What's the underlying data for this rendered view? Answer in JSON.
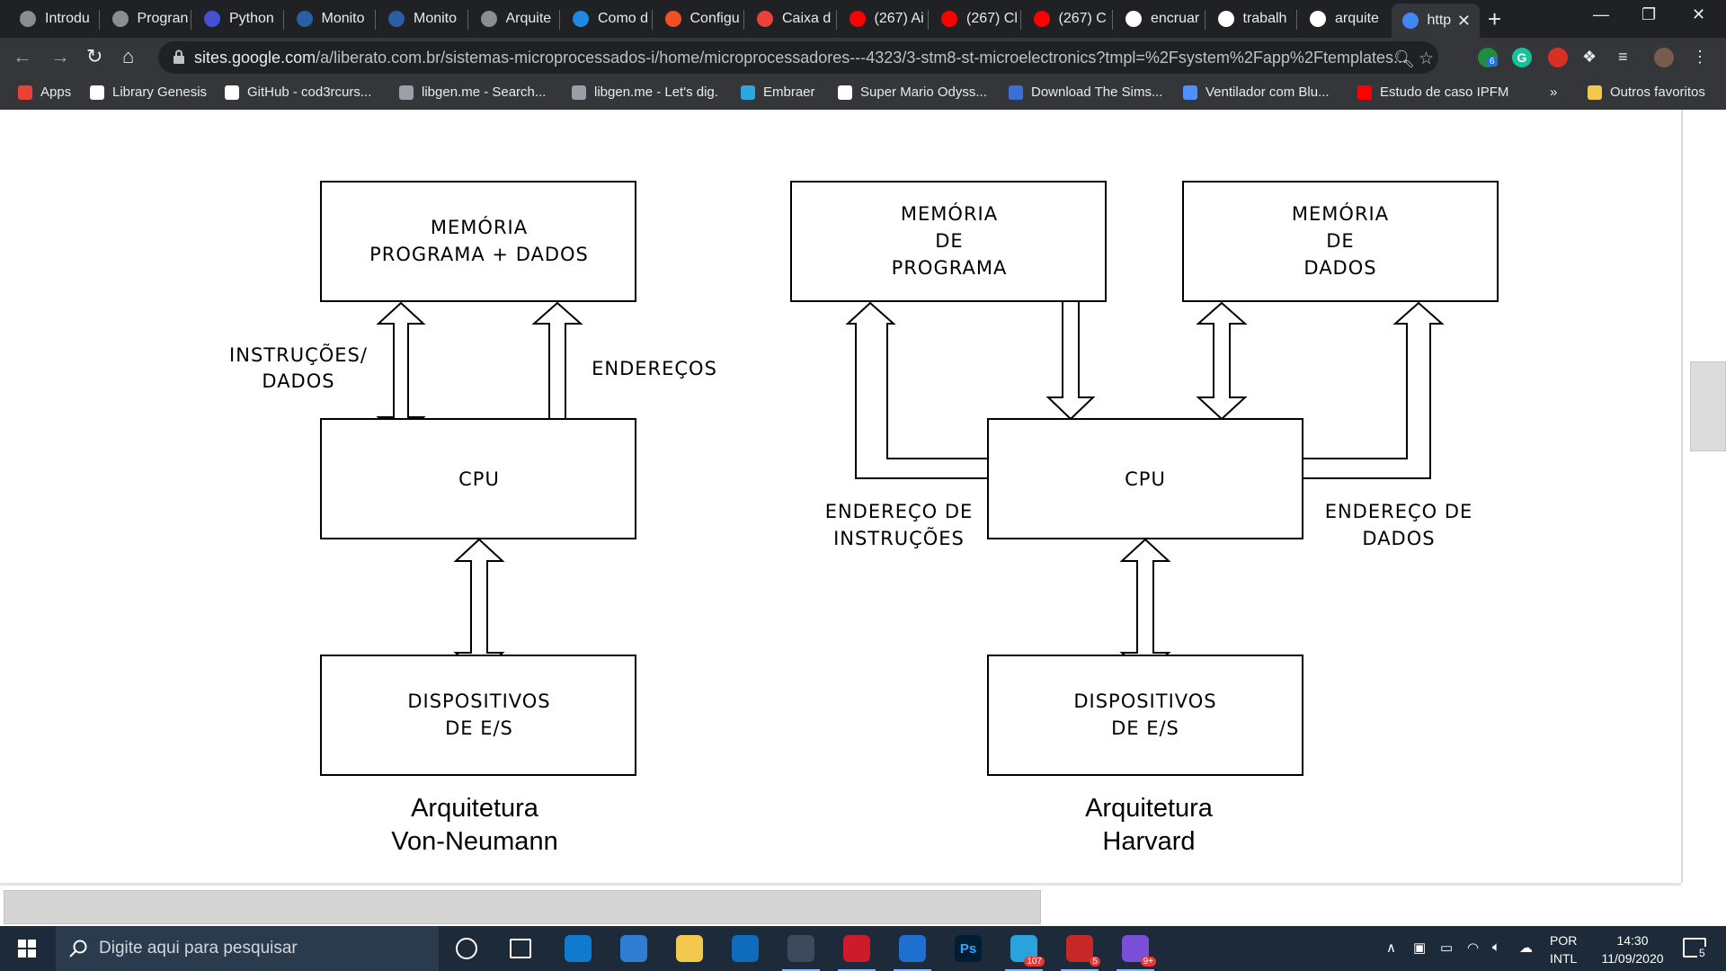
{
  "browser": {
    "tabs": [
      {
        "title": "Introdu",
        "favicon": "github-icon",
        "color": "#8b8d91"
      },
      {
        "title": "Progran",
        "favicon": "github-icon",
        "color": "#8b8d91"
      },
      {
        "title": "Python",
        "favicon": "discord-icon",
        "color": "#4550d6"
      },
      {
        "title": "Monito",
        "favicon": "photo-icon",
        "color": "#2a5fa5"
      },
      {
        "title": "Monito",
        "favicon": "photo-icon",
        "color": "#2a5fa5"
      },
      {
        "title": "Arquite",
        "favicon": "github-icon",
        "color": "#8b8d91"
      },
      {
        "title": "Como d",
        "favicon": "chat-icon",
        "color": "#1e88e5"
      },
      {
        "title": "Configu",
        "favicon": "microsoft-icon",
        "color": "#f25022"
      },
      {
        "title": "Caixa d",
        "favicon": "gmail-icon",
        "color": "#ea4335"
      },
      {
        "title": "(267) Ai",
        "favicon": "youtube-icon",
        "color": "#ff0000"
      },
      {
        "title": "(267) Cl",
        "favicon": "youtube-icon",
        "color": "#ff0000"
      },
      {
        "title": "(267) C",
        "favicon": "youtube-icon",
        "color": "#ff0000"
      },
      {
        "title": "encruar",
        "favicon": "google-icon",
        "color": "#ffffff"
      },
      {
        "title": "trabalh",
        "favicon": "google-icon",
        "color": "#ffffff"
      },
      {
        "title": "arquite",
        "favicon": "google-icon",
        "color": "#ffffff"
      },
      {
        "title": "http",
        "favicon": "sites-icon",
        "color": "#4285f4",
        "active": true
      }
    ],
    "new_tab_label": "+",
    "url_host": "sites.google.com",
    "url_path": "/a/liberato.com.br/sistemas-microprocessados-i/home/microprocessadores---4323/3-stm8-st-microelectronics?tmpl=%2Fsystem%2Fapp%2Ftemplates...",
    "extension_badge": "6",
    "bookmarks": [
      {
        "label": "Apps",
        "icon": "apps-grid-icon",
        "color": "#ea4335"
      },
      {
        "label": "Library Genesis",
        "icon": "book-icon",
        "color": "#ffffff"
      },
      {
        "label": "GitHub - cod3rcurs...",
        "icon": "github-icon",
        "color": "#ffffff"
      },
      {
        "label": "libgen.me - Search...",
        "icon": "triangle-icon",
        "color": "#9aa0a6"
      },
      {
        "label": "libgen.me - Let's dig.",
        "icon": "triangle-icon",
        "color": "#9aa0a6"
      },
      {
        "label": "Embraer",
        "icon": "embraer-icon",
        "color": "#29a8e0"
      },
      {
        "label": "Super Mario Odyss...",
        "icon": "columns-icon",
        "color": "#ffffff"
      },
      {
        "label": "Download The Sims...",
        "icon": "sims-icon",
        "color": "#3b6fd8"
      },
      {
        "label": "Ventilador com Blu...",
        "icon": "link-icon",
        "color": "#4d90fe"
      },
      {
        "label": "Estudo de caso IPFM",
        "icon": "youtube-icon",
        "color": "#ff0000"
      }
    ],
    "bookmarks_more": "»",
    "other_bookmarks": "Outros favoritos"
  },
  "diagram": {
    "von_neumann": {
      "memory": [
        "MEMÓRIA",
        "PROGRAMA +  DADOS"
      ],
      "label_instr": [
        "INSTRUÇÕES/",
        "DADOS"
      ],
      "label_addr": "ENDEREÇOS",
      "cpu": "CPU",
      "io": [
        "DISPOSITIVOS",
        "DE E/S"
      ],
      "caption": [
        "Arquitetura",
        "Von-Neumann"
      ]
    },
    "harvard": {
      "program_memory": [
        "MEMÓRIA",
        "DE",
        "PROGRAMA"
      ],
      "data_memory": [
        "MEMÓRIA",
        "DE",
        "DADOS"
      ],
      "cpu": "CPU",
      "label_instr_addr": [
        "ENDEREÇO DE",
        "INSTRUÇÕES"
      ],
      "label_data_addr": [
        "ENDEREÇO DE",
        "DADOS"
      ],
      "io": [
        "DISPOSITIVOS",
        "DE E/S"
      ],
      "caption": [
        "Arquitetura",
        "Harvard"
      ]
    }
  },
  "taskbar": {
    "search_placeholder": "Digite aqui para pesquisar",
    "apps": [
      {
        "name": "cortana-icon"
      },
      {
        "name": "task-view-icon"
      },
      {
        "name": "edge-icon"
      },
      {
        "name": "store-icon"
      },
      {
        "name": "file-explorer-icon"
      },
      {
        "name": "mail-icon"
      },
      {
        "name": "chrome-icon"
      },
      {
        "name": "opera-icon"
      },
      {
        "name": "app-shark-icon"
      },
      {
        "name": "photoshop-icon",
        "text": "Ps"
      },
      {
        "name": "telegram-icon",
        "badge": "107"
      },
      {
        "name": "app-red-icon",
        "badge": "5"
      },
      {
        "name": "discord-icon",
        "badge": "9+"
      }
    ],
    "lang_top": "POR",
    "lang_bottom": "INTL",
    "time": "14:30",
    "date": "11/09/2020",
    "notifications": "5"
  }
}
